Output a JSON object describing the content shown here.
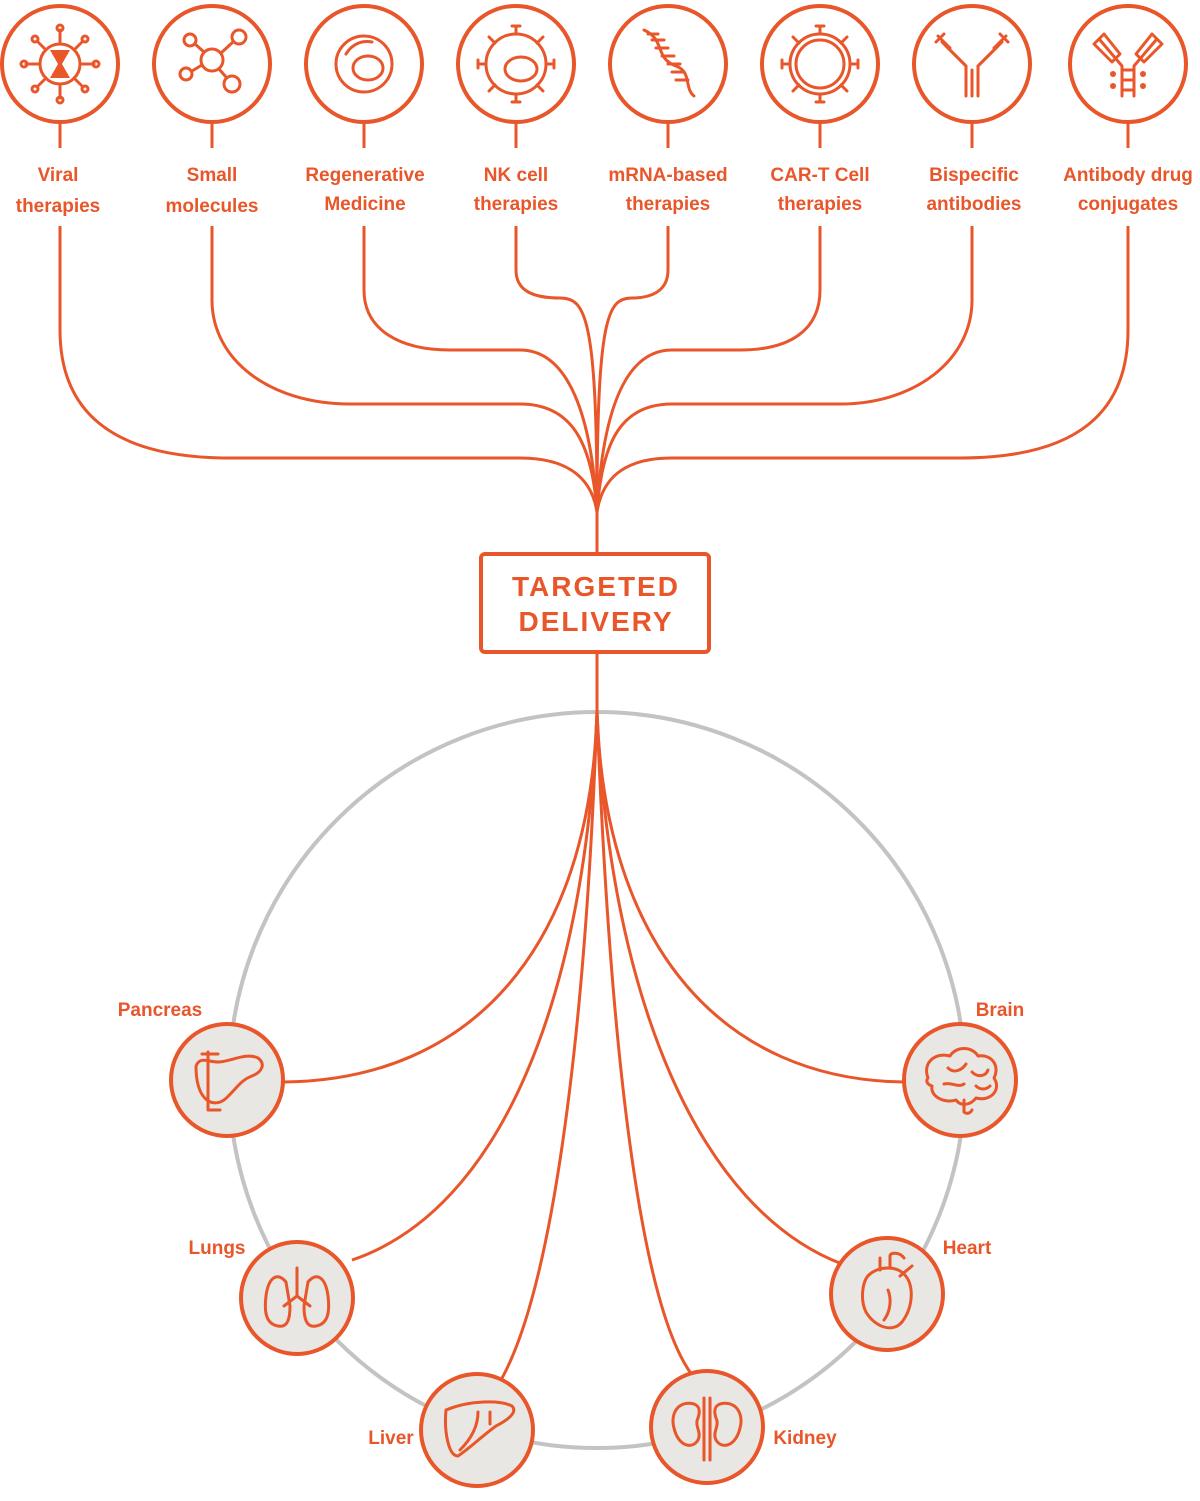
{
  "colors": {
    "accent": "#e8562a",
    "ring": "#c3c3c3",
    "organ_fill": "#e9e7e3",
    "background": "#ffffff"
  },
  "hub": {
    "line1": "TARGETED",
    "line2": "DELIVERY"
  },
  "therapies": [
    {
      "id": "viral",
      "icon": "virus-dna-icon",
      "lines": [
        "Viral",
        "therapies"
      ]
    },
    {
      "id": "small-molecules",
      "icon": "molecule-icon",
      "lines": [
        "Small",
        "molecules"
      ]
    },
    {
      "id": "regenerative",
      "icon": "stem-cell-icon",
      "lines": [
        "Regenerative",
        "Medicine"
      ]
    },
    {
      "id": "nk-cell",
      "icon": "nk-cell-icon",
      "lines": [
        "NK cell",
        "therapies"
      ]
    },
    {
      "id": "mrna",
      "icon": "mrna-strand-icon",
      "lines": [
        "mRNA-based",
        "therapies"
      ]
    },
    {
      "id": "car-t",
      "icon": "car-t-cell-icon",
      "lines": [
        "CAR-T Cell",
        "therapies"
      ]
    },
    {
      "id": "bispecific",
      "icon": "bispecific-antibody-icon",
      "lines": [
        "Bispecific",
        "antibodies"
      ]
    },
    {
      "id": "adc",
      "icon": "antibody-drug-conjugate-icon",
      "lines": [
        "Antibody drug",
        "conjugates"
      ]
    }
  ],
  "organs": [
    {
      "id": "pancreas",
      "icon": "pancreas-icon",
      "label": "Pancreas"
    },
    {
      "id": "lungs",
      "icon": "lungs-icon",
      "label": "Lungs"
    },
    {
      "id": "liver",
      "icon": "liver-icon",
      "label": "Liver"
    },
    {
      "id": "kidney",
      "icon": "kidney-icon",
      "label": "Kidney"
    },
    {
      "id": "heart",
      "icon": "heart-icon",
      "label": "Heart"
    },
    {
      "id": "brain",
      "icon": "brain-icon",
      "label": "Brain"
    }
  ]
}
